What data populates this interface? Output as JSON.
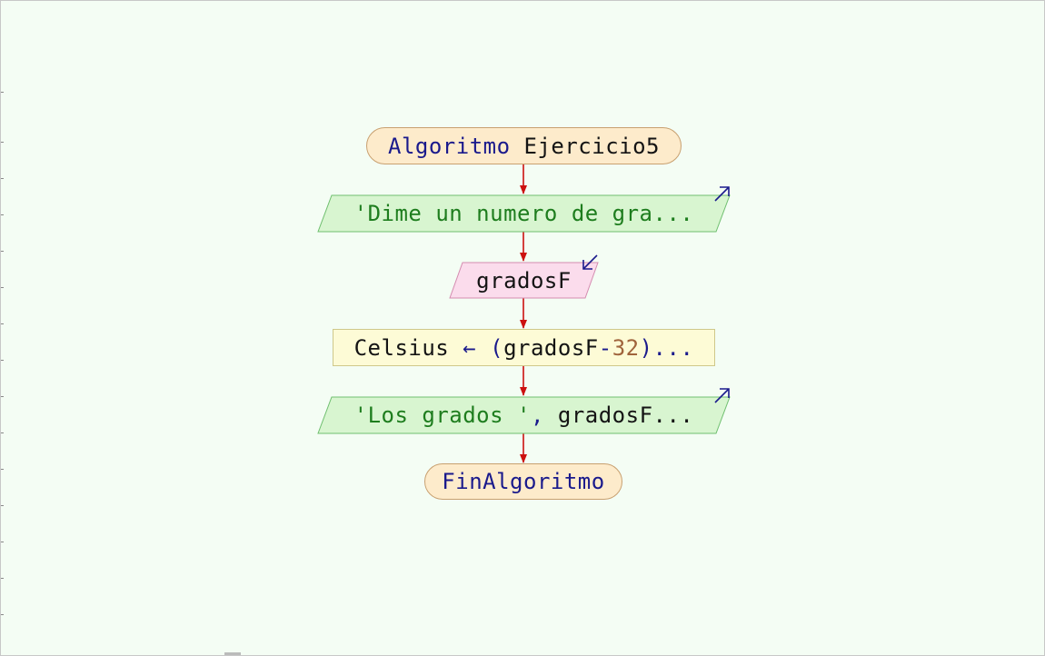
{
  "flowchart": {
    "start": {
      "keyword": "Algoritmo",
      "name": "Ejercicio5"
    },
    "output1": {
      "text": "'Dime un numero de gra..."
    },
    "input1": {
      "text": "gradosF"
    },
    "assign1": {
      "target": "Celsius",
      "arrow": "←",
      "open": "(",
      "var": "gradosF",
      "minus": "-",
      "num": "32",
      "rest": ")..."
    },
    "output2": {
      "str": "'Los grados '",
      "comma": ",",
      "rest": " gradosF..."
    },
    "end": {
      "keyword": "FinAlgoritmo"
    }
  },
  "colors": {
    "background": "#f4fdf4",
    "terminal_fill": "#fdebcb",
    "output_fill": "#d8f5d0",
    "input_fill": "#fbdcec",
    "process_fill": "#fdfbd6",
    "arrow": "#cc1010",
    "keyword": "#1a1a8c",
    "string": "#1e7d1e"
  },
  "icons": {
    "output": "arrow-up-right-icon",
    "input": "arrow-down-left-icon"
  }
}
